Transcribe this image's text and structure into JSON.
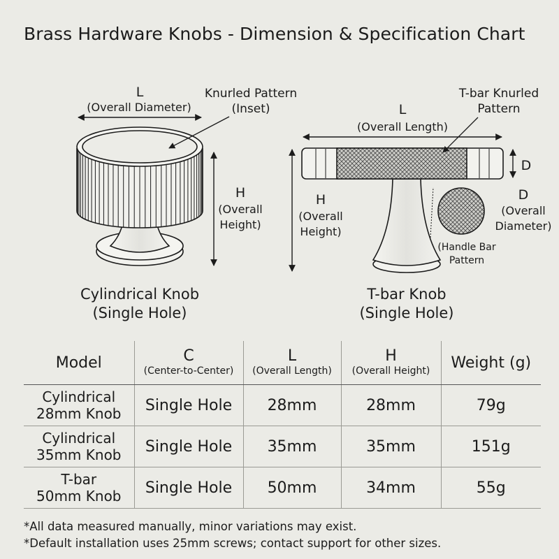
{
  "title": "Brass Hardware Knobs - Dimension & Specification Chart",
  "cylindrical": {
    "caption_line1": "Cylindrical Knob",
    "caption_line2": "(Single Hole)",
    "l_letter": "L",
    "l_desc": "(Overall Diameter)",
    "knurl_line1": "Knurled Pattern",
    "knurl_line2": "(Inset)",
    "h_letter": "H",
    "h_desc1": "(Overall",
    "h_desc2": "Height)"
  },
  "tbar": {
    "caption_line1": "T-bar Knob",
    "caption_line2": "(Single Hole)",
    "knurl_line1": "T-bar Knurled",
    "knurl_line2": "Pattern",
    "l_letter": "L",
    "l_desc": "(Overall Length)",
    "h_letter": "H",
    "h_desc1": "(Overall",
    "h_desc2": "Height)",
    "d_letter": "D",
    "d2_letter": "D",
    "d2_desc1": "(Overall",
    "d2_desc2": "Diameter)",
    "handle_line1": "(Handle Bar",
    "handle_line2": "Pattern"
  },
  "table": {
    "headers": [
      {
        "letter": "Model",
        "desc": ""
      },
      {
        "letter": "C",
        "desc": "(Center-to-Center)"
      },
      {
        "letter": "L",
        "desc": "(Overall Length)"
      },
      {
        "letter": "H",
        "desc": "(Overall Height)"
      },
      {
        "letter": "Weight (g)",
        "desc": ""
      }
    ],
    "rows": [
      {
        "model1": "Cylindrical",
        "model2": "28mm Knob",
        "c": "Single Hole",
        "l": "28mm",
        "h": "28mm",
        "weight": "79g"
      },
      {
        "model1": "Cylindrical",
        "model2": "35mm Knob",
        "c": "Single Hole",
        "l": "35mm",
        "h": "35mm",
        "weight": "151g"
      },
      {
        "model1": "T-bar",
        "model2": "50mm Knob",
        "c": "Single Hole",
        "l": "50mm",
        "h": "34mm",
        "weight": "55g"
      }
    ]
  },
  "notes": [
    "*All data measured manually, minor variations may exist.",
    "*Default installation uses 25mm screws; contact support for other sizes."
  ]
}
